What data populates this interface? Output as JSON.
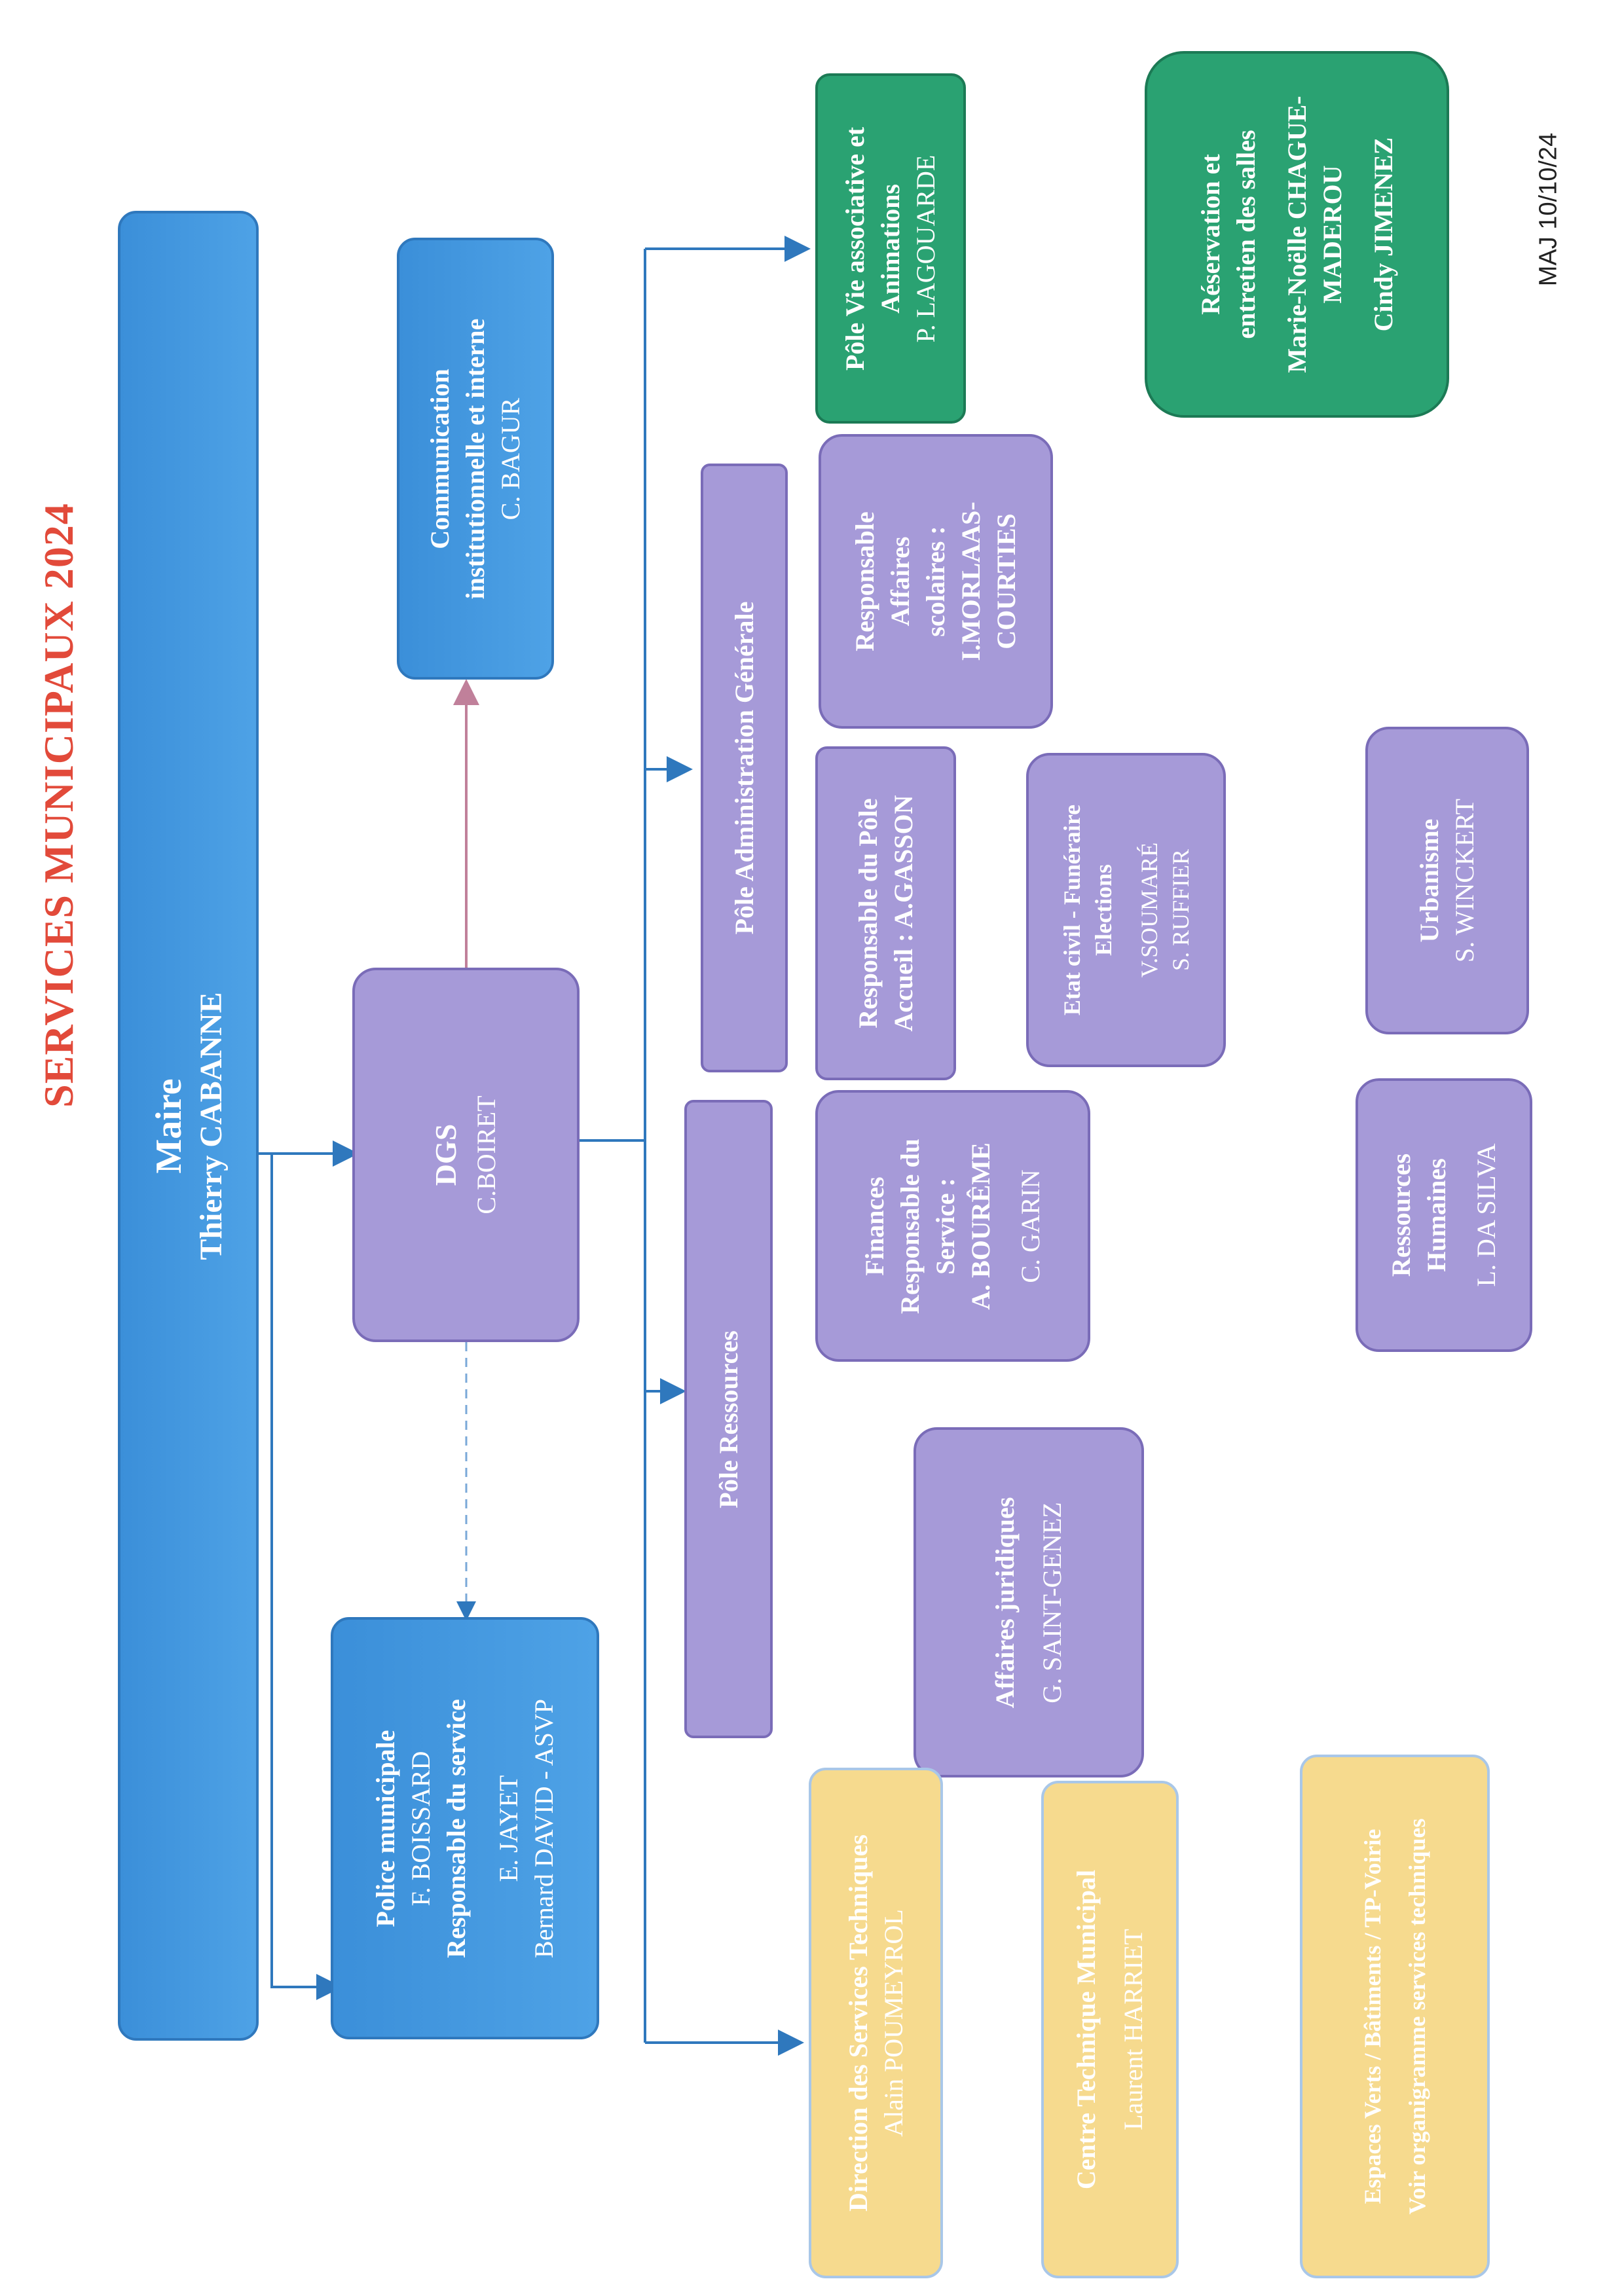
{
  "title": "SERVICES MUNICIPAUX  2024",
  "updated": "MAJ 10/10/24",
  "maire": {
    "title": "Maire",
    "name": "Thierry CABANNE"
  },
  "dgs": {
    "title": "DGS",
    "name": "C.BOIRET"
  },
  "communication": {
    "line1": "Communication",
    "line2": "institutionnelle et interne",
    "name": "C. BAGUR"
  },
  "police": {
    "title": "Police municipale",
    "chief": "F. BOISSARD",
    "role": "Responsable du service",
    "agent1": "E. JAYET",
    "agent2": "Bernard DAVID - ASVP"
  },
  "pole_ressources": {
    "label": "Pôle Ressources"
  },
  "pole_admin": {
    "label": "Pôle Administration Générale"
  },
  "pole_vie": {
    "line1": "Pôle Vie associative et",
    "line2": "Animations",
    "name": "P. LAGOUARDE"
  },
  "reservation": {
    "line1": "Réservation et",
    "line2": "entretien des salles",
    "name1a": "Marie-Noëlle CHAGUE-",
    "name1b": "MADEROU",
    "name2": "Cindy JIMENEZ"
  },
  "affaires_scolaires": {
    "line1": "Responsable",
    "line2": "Affaires",
    "line3": "scolaires :",
    "line4": "I.MORLAAS-",
    "line5": "COURTIES"
  },
  "responsable_pole": {
    "line1": "Responsable du Pôle",
    "line2": "Accueil : A.GASSON"
  },
  "etat_civil": {
    "line1": "Etat civil - Funéraire",
    "line2": "Elections",
    "name1": "V.SOUMARÉ",
    "name2": "S. RUFFIER"
  },
  "urbanisme": {
    "title": "Urbanisme",
    "name": "S. WINCKERT"
  },
  "finances": {
    "line1": "Finances",
    "line2": "Responsable du",
    "line3": "Service :",
    "line4": "A. BOURÊME",
    "name2": "C. GARIN"
  },
  "rh": {
    "line1": "Ressources",
    "line2": "Humaines",
    "name": "L. DA SILVA"
  },
  "juridique": {
    "title": "Affaires juridiques",
    "name": "G. SAINT-GENEZ"
  },
  "direction_technique": {
    "title": "Direction des Services Techniques",
    "name": "Alain POUMEYROL"
  },
  "centre_technique": {
    "title": "Centre Technique Municipal",
    "name": "Laurent HARRIET"
  },
  "espaces_verts": {
    "line1": "Espaces Verts / Bâtiments / TP-Voirie",
    "line2": "Voir organigramme services techniques"
  },
  "colors": {
    "blue": "#4ea2e6",
    "purple": "#a69ad8",
    "green": "#2aa272",
    "yellow": "#f6da8e",
    "title": "#e24a3a",
    "connector": "#2f78bd",
    "communication_arrow": "#c0809a"
  }
}
